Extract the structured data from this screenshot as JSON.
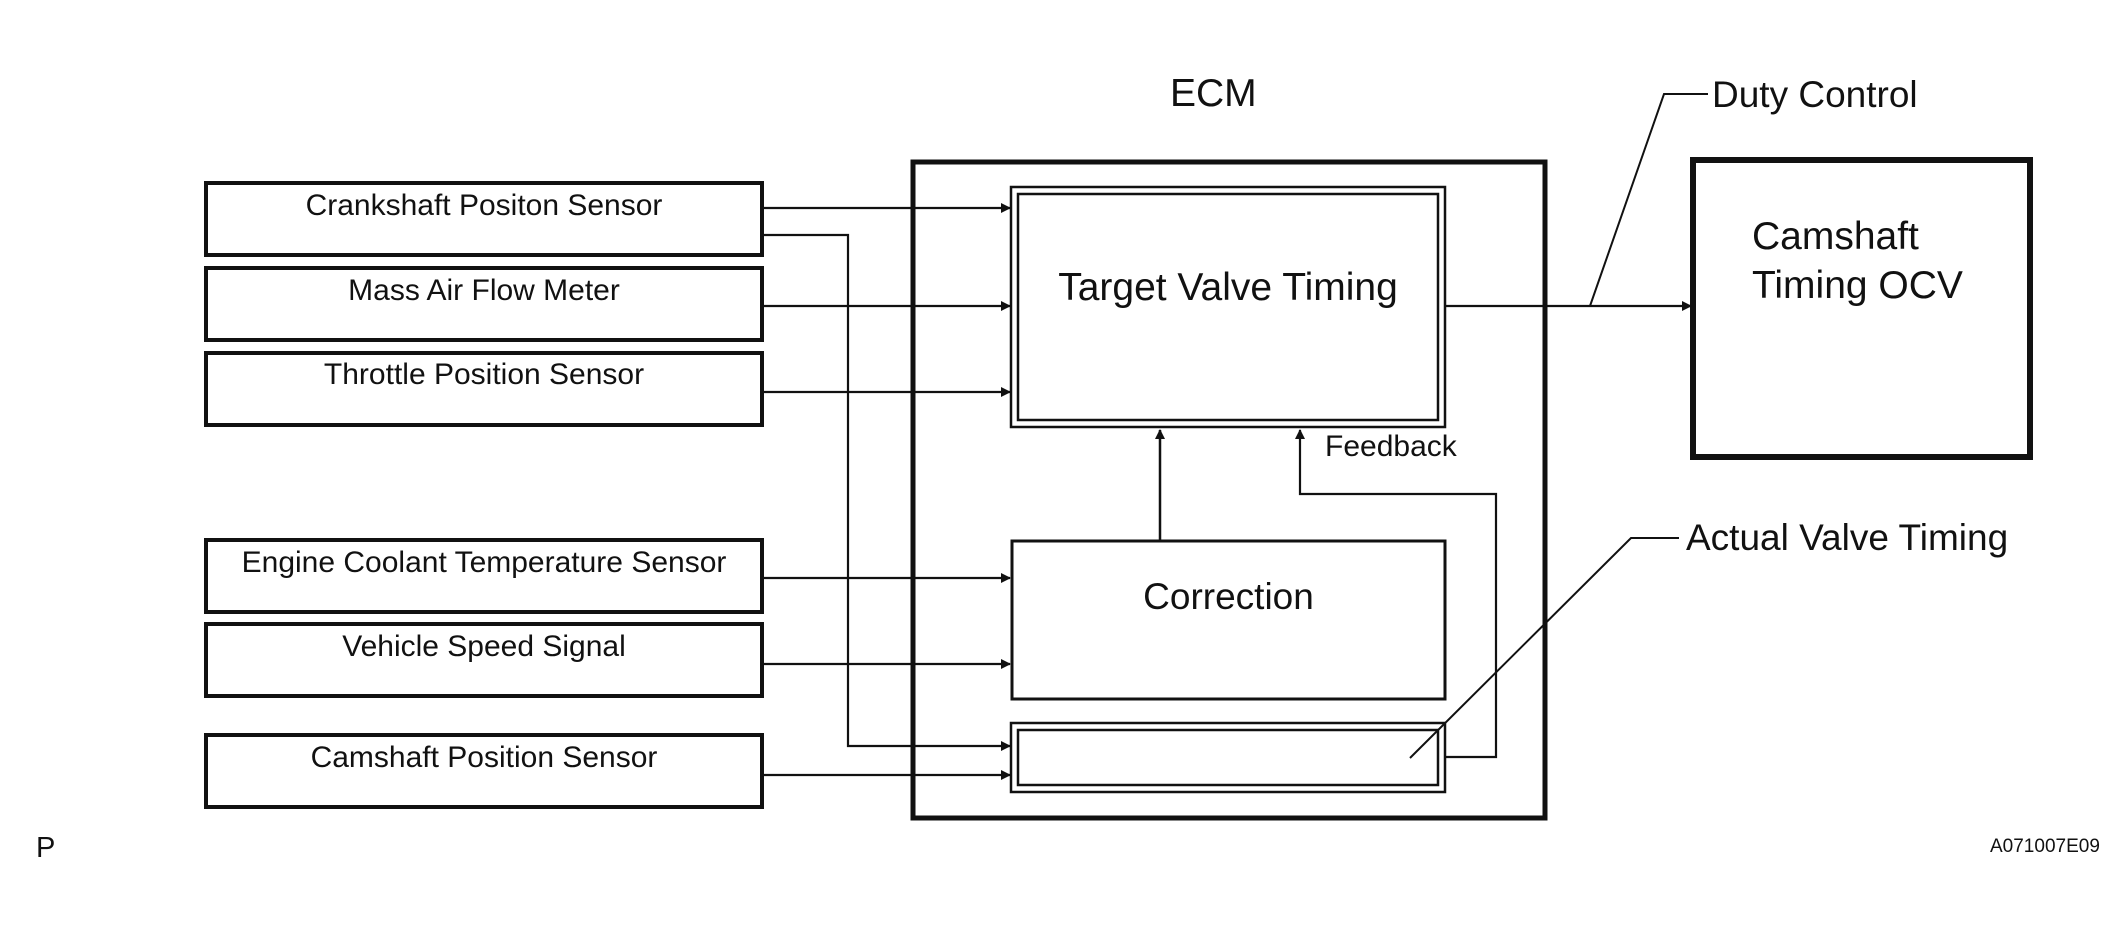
{
  "ecm": {
    "title": "ECM"
  },
  "sensors": [
    {
      "label": "Crankshaft Positon Sensor"
    },
    {
      "label": "Mass Air Flow Meter"
    },
    {
      "label": "Throttle Position Sensor"
    },
    {
      "label": "Engine Coolant Temperature Sensor"
    },
    {
      "label": "Vehicle Speed Signal"
    },
    {
      "label": "Camshaft Position Sensor"
    }
  ],
  "blocks": {
    "target": "Target Valve Timing",
    "correction": "Correction",
    "feedback": "Feedback",
    "ocv_line1": "Camshaft",
    "ocv_line2": "Timing OCV"
  },
  "callouts": {
    "duty_control": "Duty Control",
    "actual_valve_timing": "Actual Valve Timing"
  },
  "corner": {
    "left": "P",
    "right": "A071007E09"
  }
}
